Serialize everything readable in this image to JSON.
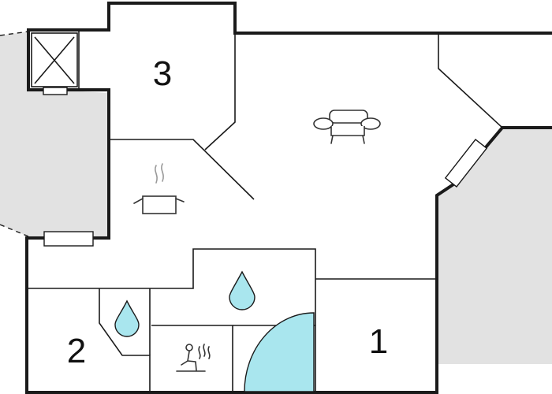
{
  "rooms": {
    "room_1": "1",
    "room_2": "2",
    "room_3": "3"
  },
  "colors": {
    "wall": "#1a1a1a",
    "exterior": "#e2e2e2",
    "water": "#a9e6ee",
    "background": "#ffffff"
  },
  "icons": [
    "sofa-icon",
    "cooking-pot-icon",
    "water-drop-icon",
    "sauna-icon",
    "shower-icon",
    "window-icon",
    "elevator-shaft-icon"
  ]
}
